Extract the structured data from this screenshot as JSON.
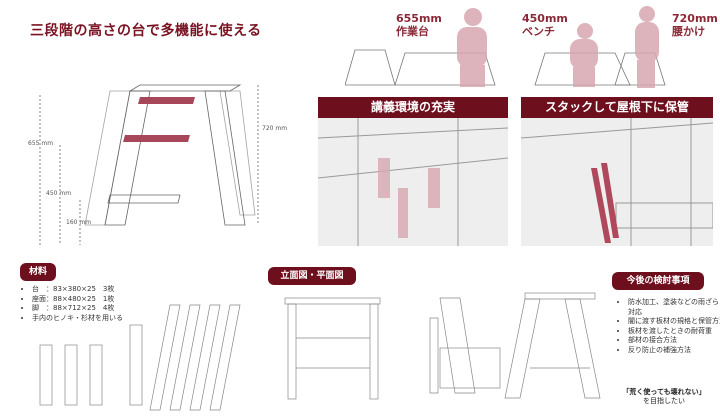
{
  "title": "三段階の高さの台で多機能に使える",
  "dimensions": {
    "h655": "655 mm",
    "h450": "450 mm",
    "h160": "160 mm",
    "h720": "720 mm"
  },
  "uses": [
    {
      "height": "655mm",
      "label": "作業台"
    },
    {
      "height": "450mm",
      "label": "ベンチ"
    },
    {
      "height": "720mm",
      "label": "腰かけ"
    }
  ],
  "banners": {
    "left": "講義環境の充実",
    "right": "スタックして屋根下に保管"
  },
  "materials": {
    "heading": "材料",
    "items": [
      "台　：83×380×25　3枚",
      "座面：88×480×25　1枚",
      "脚　：88×712×25　4枚",
      "手内のヒノキ・杉材を用いる"
    ]
  },
  "drawings": {
    "heading": "立面図・平面図"
  },
  "future": {
    "heading": "今後の検討事項",
    "items": [
      "防水加工、塗装などの雨ざらし対応",
      "闇に渡す板材の規格と保管方法",
      "板材を渡したときの耐荷重",
      "部材の接合方法",
      "反り防止の補強方法"
    ],
    "goal_line1": "「荒く使っても壊れない」",
    "goal_line2": "を目指したい"
  },
  "colors": {
    "accent": "#6e0f1d",
    "figure": "#d8a8b0"
  }
}
